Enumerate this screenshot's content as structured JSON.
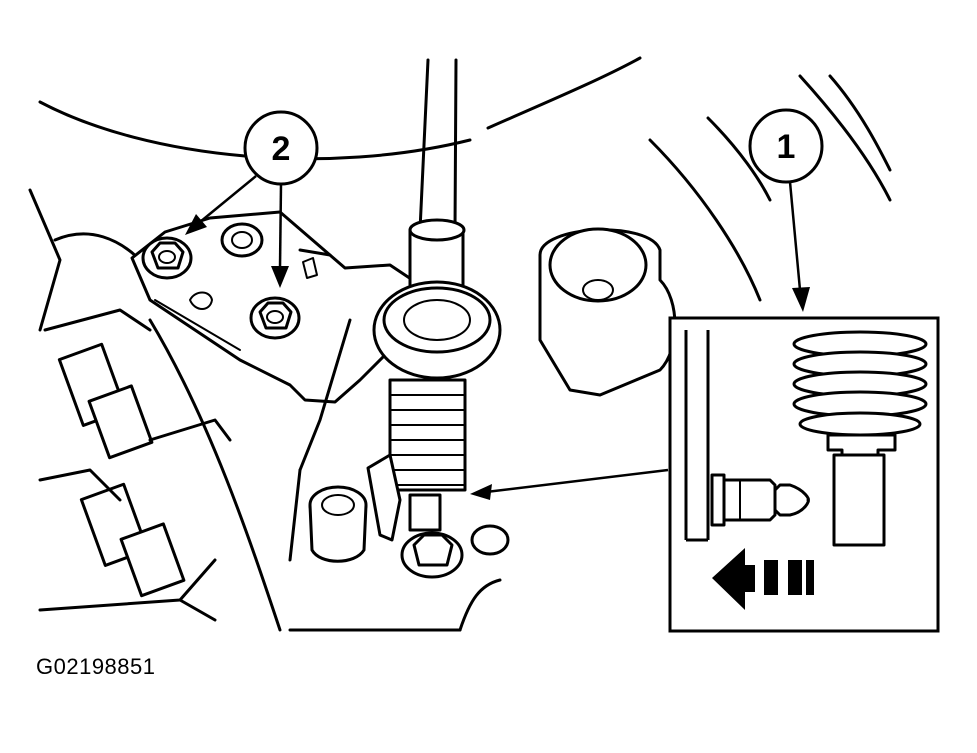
{
  "figure": {
    "id": "G02198851"
  },
  "callouts": [
    {
      "label": "1"
    },
    {
      "label": "2"
    }
  ],
  "colors": {
    "ink": "#000000",
    "paper": "#ffffff"
  }
}
